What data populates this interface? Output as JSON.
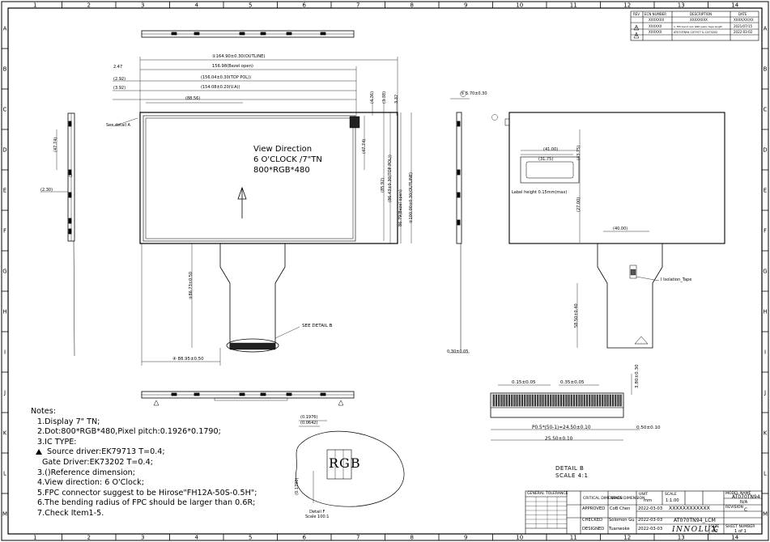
{
  "grid": {
    "cols": [
      "1",
      "2",
      "3",
      "4",
      "5",
      "6",
      "7",
      "8",
      "9",
      "10",
      "11",
      "12",
      "13",
      "14"
    ],
    "rows": [
      "A",
      "B",
      "C",
      "D",
      "E",
      "F",
      "G",
      "H",
      "I",
      "J",
      "K",
      "L",
      "M"
    ]
  },
  "revision": {
    "headers": [
      "REV",
      "ECN NUMBER",
      "DESCRIPTION",
      "DATE"
    ],
    "rows": [
      {
        "rev": "",
        "ecn": "XXXXXXX",
        "desc": "XXXXXXXX",
        "date": "XXXX/XX/XX"
      },
      {
        "rev": "A",
        "ecn": "XXXXXX",
        "desc": "1. FPC bend rad; GND pads; tape length",
        "date": "2021/07/15"
      },
      {
        "rev": "B",
        "ecn": "XXXXXX",
        "desc": "AT070TN94 CX7977 & CX73202",
        "date": "2022-03-02"
      }
    ]
  },
  "dims": {
    "outline": "①164.90±0.30(OUTLINE)",
    "bezel": "156.98(Bezel open)",
    "topPol": "(156.04±0.30(TOP POL))",
    "aa": "(154.08±0.20(V.A))",
    "aaW": "(88.56)",
    "d247": "2.47",
    "d292": "(2.92)",
    "d392": "(3.92)",
    "h436": "(4.36)",
    "h338": "(3.38)",
    "h332": "3.32",
    "h4774": "(47.74)",
    "h8856": "(85.92)",
    "vTopPol": "(86.43±0.30(TOP POL))",
    "vBezel": "86.79(Bezel open)",
    "vOutline": "②100.00±0.30(OUTLINE)",
    "fpcLen": "②86.73±0.50",
    "fpcW": "④ 88.95±0.50",
    "seeDetailA": "See detail A",
    "seeDetailB": "SEE DETAIL B",
    "t570": "⑤ 5.70±0.30",
    "t030": "0.30±0.05",
    "s4774": "(47.74)",
    "s230": "(2.30)",
    "lbl4100": "(41.00)",
    "lbl3175": "(31.75)",
    "lbl4375": "(43.75)",
    "lbl2700": "(27.00)",
    "lbl4000": "(40.00)",
    "labelHeight": "Label height 0.15mm(max)",
    "isoTape": "I Isolation_Tape",
    "fpc5850": "58.50±0.40",
    "pin015": "0.15±0.05",
    "pin035": "0.35±0.05",
    "pin380": "3.80±0.30",
    "pitch": "P0.5*(50-1)=24.50±0.10",
    "pin050": "0.50±0.10",
    "pin2550": "25.50±0.10",
    "det01976": "(0.1976)",
    "det00642": "(0.0642)",
    "det01790": "(0.1790)",
    "rgb": "RGB"
  },
  "viewDirection": {
    "line1": "View Direction",
    "line2": "6 O'CLOCK /7\"TN",
    "line3": "800*RGB*480"
  },
  "notes": [
    "Notes:",
    "1.Display 7\" TN;",
    "2.Dot:800*RGB*480,Pixel pitch:0.1926*0.1790;",
    "3.IC TYPE:",
    "Source driver:EK79713 T=0.4;",
    "Gate Driver:EK73202 T=0.4;",
    "3.()Reference dimension;",
    "4.View direction: 6 O'Clock;",
    "5.FPC connector suggest to be Hirose\"FH12A-50S-0.5H\";",
    "6.The bending radius of FPC should be larger than 0.6R;",
    "7.Check Item1-5."
  ],
  "detailB": {
    "line1": "DETAIL  B",
    "line2": "SCALE  4:1"
  },
  "detailF": {
    "line1": "Detail F",
    "line2": "Scale 100:1"
  },
  "titleBlock": {
    "approved": "APPROVED",
    "checked": "CHECKED",
    "designed": "DESIGNED",
    "approvedBy": "CoB Chen",
    "checkedBy": "Solomon Gu",
    "designedBy": "Tuanwoke",
    "date1": "2022-03-03",
    "date2": "2022-03-03",
    "date3": "2022-03-03",
    "unit": "UNIT",
    "unitVal": "mm",
    "scale": "SCALE",
    "scaleVal": "1:1.00",
    "modelName": "MODEL NAME",
    "modelVal": "AT070TN94",
    "partNumber": "XXXXXXXXXXXX",
    "drawingName": "AT070TN94_LCM",
    "sizeLbl": "SIZE",
    "size": "A2",
    "sheetLbl": "SHEET NUMBER",
    "sheet": "1 of 1",
    "revLbl": "REVISION",
    "rev": "C",
    "na": "N/A",
    "logo": "INNOLUX",
    "generalTol": "GENERAL TOLERANCE",
    "critical": "CRITICAL DIMENSION",
    "special": "SPACE DIMENSION"
  }
}
